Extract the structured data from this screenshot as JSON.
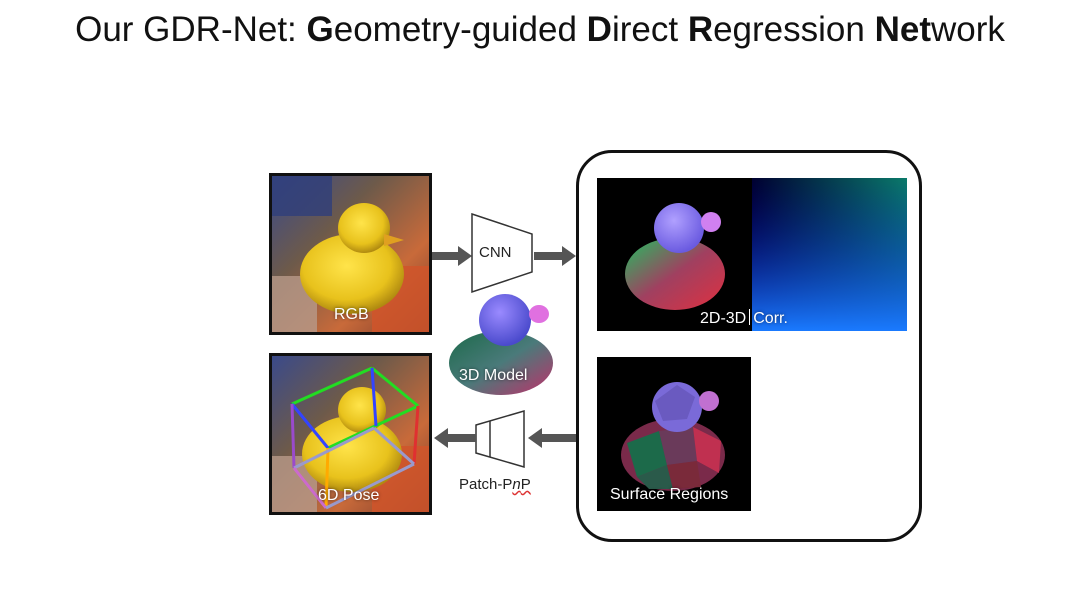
{
  "title": {
    "prefix": "Our GDR-Net: ",
    "parts": [
      {
        "bold": "G",
        "rest": "eometry-guided "
      },
      {
        "bold": "D",
        "rest": "irect "
      },
      {
        "bold": "R",
        "rest": "egression "
      },
      {
        "bold": "Net",
        "rest": "work"
      }
    ]
  },
  "labels": {
    "rgb": "RGB",
    "cnn": "CNN",
    "model_3d": "3D Model",
    "pose_6d": "6D Pose",
    "patch_pnp_prefix": "Patch-P",
    "patch_pnp_italic": "n",
    "patch_pnp_suffix": "P",
    "corr_2d3d": "2D-3D",
    "corr_suffix": "Corr.",
    "surface_regions": "Surface Regions"
  },
  "colors": {
    "arrow": "#555555",
    "border": "#111111",
    "bbox_green": "#22dd22",
    "bbox_blue": "#3344ff"
  }
}
